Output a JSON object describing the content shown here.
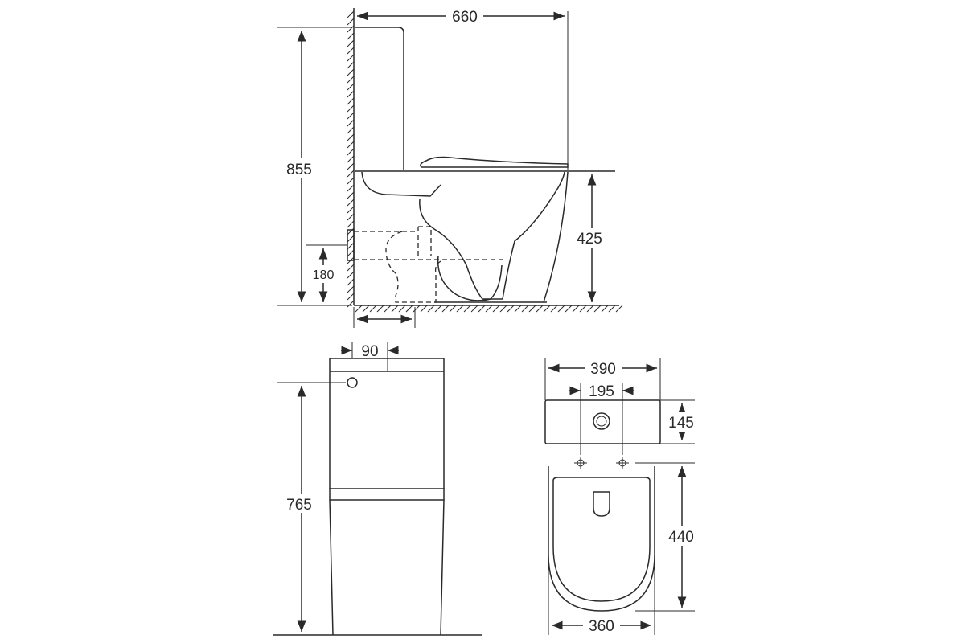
{
  "dimensions": {
    "side_depth": "660",
    "side_height": "855",
    "seat_height": "425",
    "outlet_height": "180",
    "front_inlet": "90",
    "front_height": "765",
    "top_width": "390",
    "top_hole_spacing": "195",
    "top_tank_depth": "145",
    "top_bowl_length": "440",
    "top_base_width": "360"
  }
}
